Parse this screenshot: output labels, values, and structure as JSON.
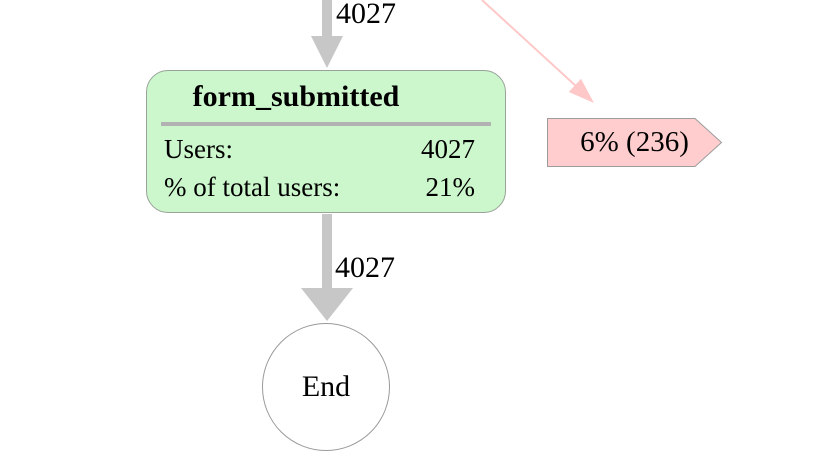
{
  "diagram": {
    "type": "user-flow-funnel-graph",
    "background": "#ffffff"
  },
  "node": {
    "title": "form_submitted",
    "rows": [
      {
        "label": "Users:",
        "value": "4027"
      },
      {
        "label": "% of total users:",
        "value": "21%"
      }
    ],
    "fill_color": "#ccf6cc",
    "border_color": "#99a399",
    "divider_color": "#b2b2b2"
  },
  "edges": {
    "incoming": {
      "label": "4027",
      "color": "#c7c7c7"
    },
    "outgoing": {
      "label": "4027",
      "color": "#c7c7c7"
    },
    "dropoff": {
      "label": "6% (236)",
      "line_color": "#ffc8c8",
      "fill_color": "#ffcdcd",
      "border_color": "#9c9c9c"
    }
  },
  "end_node": {
    "label": "End",
    "border_color": "#9a9a9a"
  }
}
